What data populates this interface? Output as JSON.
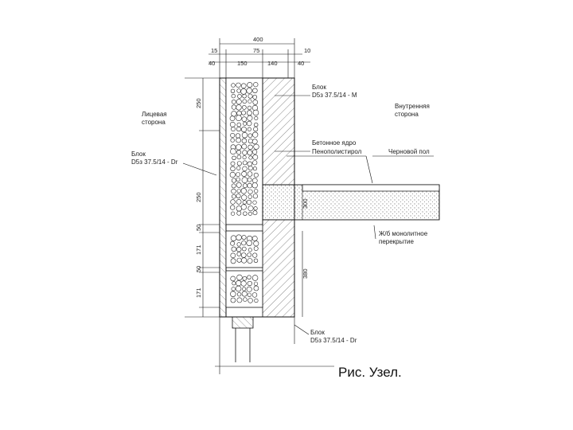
{
  "caption": "Рис. Узел.",
  "dimensions": {
    "top_total": "400",
    "top_left": "15",
    "top_mid": "75",
    "top_right": "10",
    "row2_a": "40",
    "row2_b": "150",
    "row2_c": "140",
    "row2_d": "40",
    "left_250_top": "250",
    "left_250_mid": "250",
    "left_50_a": "50",
    "left_171": "171",
    "left_50_b": "50",
    "left_171_b": "171",
    "right_300": "300",
    "right_380": "380"
  },
  "labels": {
    "block_top_1": "Блок",
    "block_top_2": "D5з 37.5/14 - М",
    "outer_side_1": "Лицевая",
    "outer_side_2": "сторона",
    "inner_side_1": "Внутренняя",
    "inner_side_2": "сторона",
    "block_left_1": "Блок",
    "block_left_2": "D5з 37.5/14 - Dr",
    "concrete_core": "Бетонное ядро",
    "waterproof": "Пенополистирол",
    "subfloor": "Черновой пол",
    "slab_1": "Ж/б монолитное",
    "slab_2": "перекрытие",
    "block_bottom_1": "Блок",
    "block_bottom_2": "D5з 37.5/14 - Dr"
  }
}
